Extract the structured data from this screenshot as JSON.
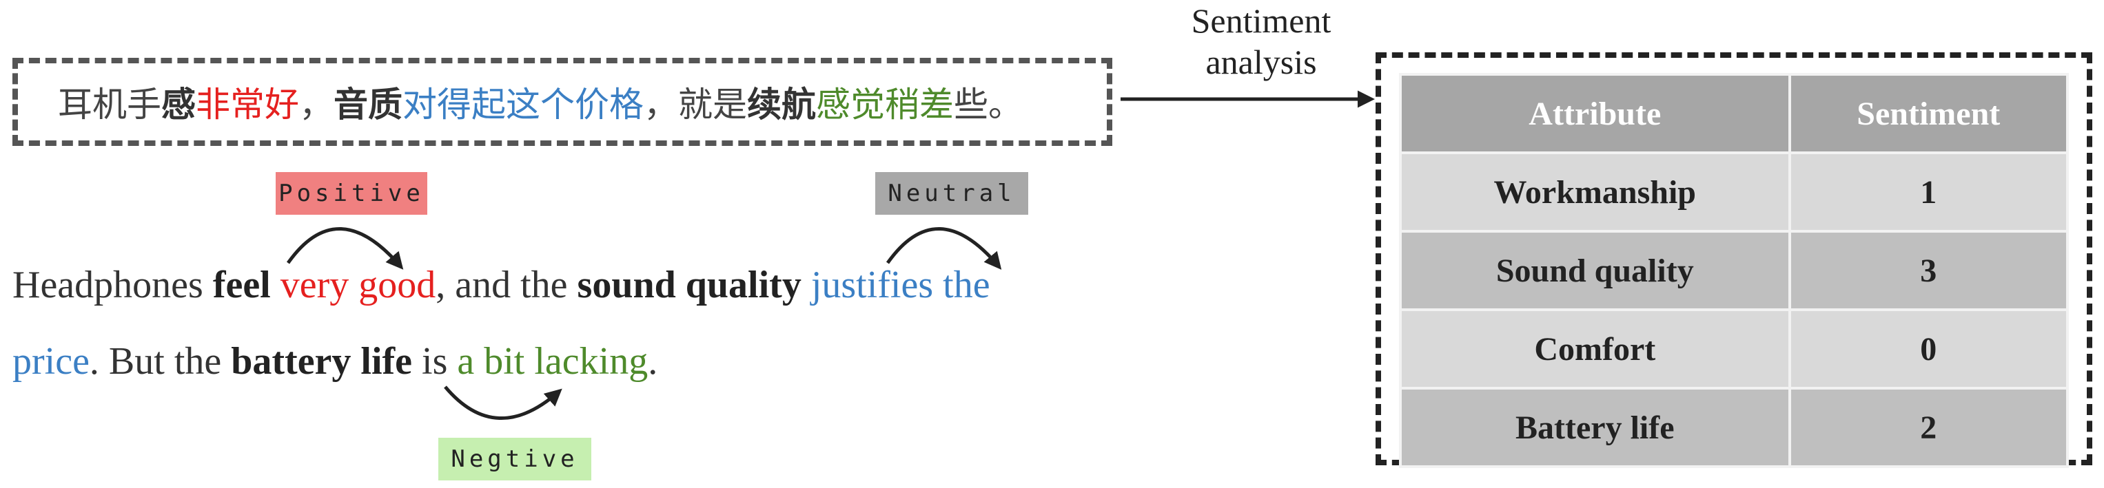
{
  "chinese_sentence": {
    "p1": "耳机手",
    "p2": "感",
    "p3": "非常好",
    "p4": "，",
    "p5": "音质",
    "p6": "对得起这个价格",
    "p7": "，就是",
    "p8": "续航",
    "p9": "感觉稍差",
    "p10": "些。"
  },
  "english_sentence": {
    "line1": {
      "w1": "Headphones ",
      "w2": "feel",
      "w3": " ",
      "w4": "very good",
      "w5": ", and the ",
      "w6": "sound quality",
      "w7": " ",
      "w8": "justifies the"
    },
    "line2": {
      "w1": "price",
      "w2": ". But the ",
      "w3": "battery life",
      "w4": " is ",
      "w5": "a bit lacking",
      "w6": "."
    }
  },
  "sentiment_tags": {
    "positive": {
      "label": "Positive",
      "color": "#f08080"
    },
    "neutral": {
      "label": "Neutral",
      "color": "#a8a8a8"
    },
    "negative": {
      "label": "Negtive",
      "color": "#c6efb0"
    }
  },
  "arrow_label": {
    "line1": "Sentiment",
    "line2": "analysis"
  },
  "result_table": {
    "headers": [
      "Attribute",
      "Sentiment"
    ],
    "rows": [
      {
        "attribute": "Workmanship",
        "sentiment": "1"
      },
      {
        "attribute": "Sound quality",
        "sentiment": "3"
      },
      {
        "attribute": "Comfort",
        "sentiment": "0"
      },
      {
        "attribute": "Battery life",
        "sentiment": "2"
      }
    ]
  },
  "colors": {
    "positive_text": "#e5201f",
    "neutral_text": "#3b7fc4",
    "negative_text": "#4e8a2b"
  }
}
